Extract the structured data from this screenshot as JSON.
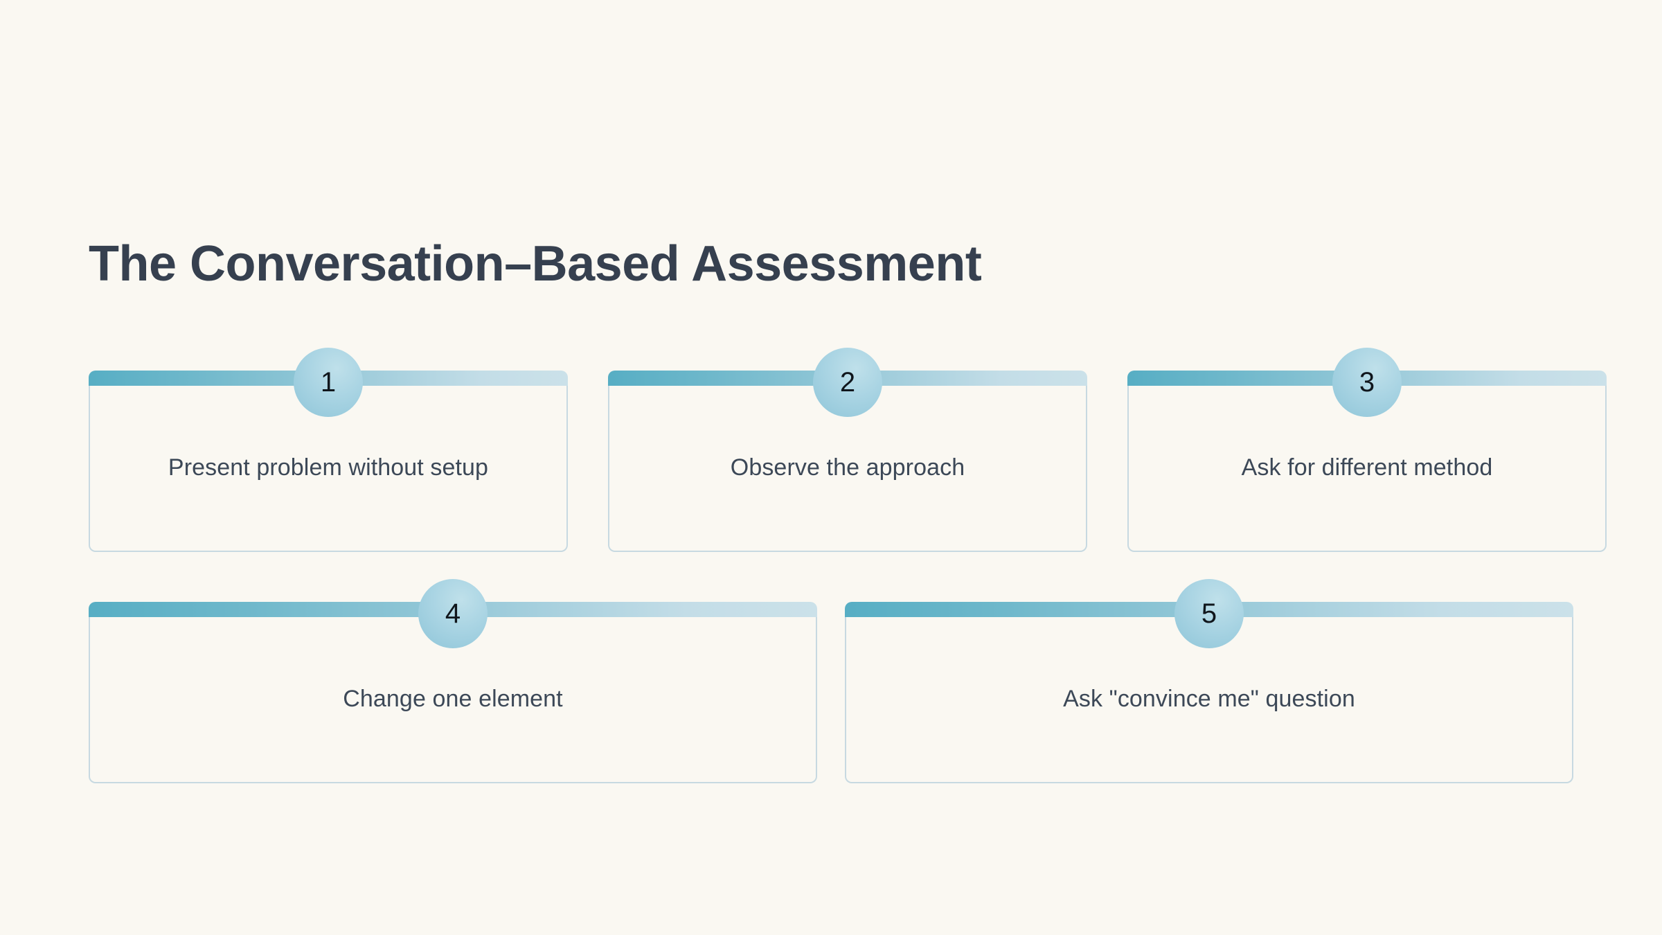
{
  "theme": {
    "background": "#faf8f2",
    "title_color": "#36404f",
    "label_color": "#3c4857",
    "bar_gradient_start": "#57aec4",
    "bar_gradient_end": "#cbe1e9",
    "badge_fill": "#a9d4e3",
    "badge_text_color": "#10161c",
    "card_border": "#c7d9e1"
  },
  "header": {
    "title": "The Conversation–Based Assessment"
  },
  "steps": [
    {
      "number": "1",
      "label": "Present problem without setup"
    },
    {
      "number": "2",
      "label": "Observe the approach"
    },
    {
      "number": "3",
      "label": "Ask for different method"
    },
    {
      "number": "4",
      "label": "Change one element"
    },
    {
      "number": "5",
      "label": "Ask \"convince me\" question"
    }
  ]
}
